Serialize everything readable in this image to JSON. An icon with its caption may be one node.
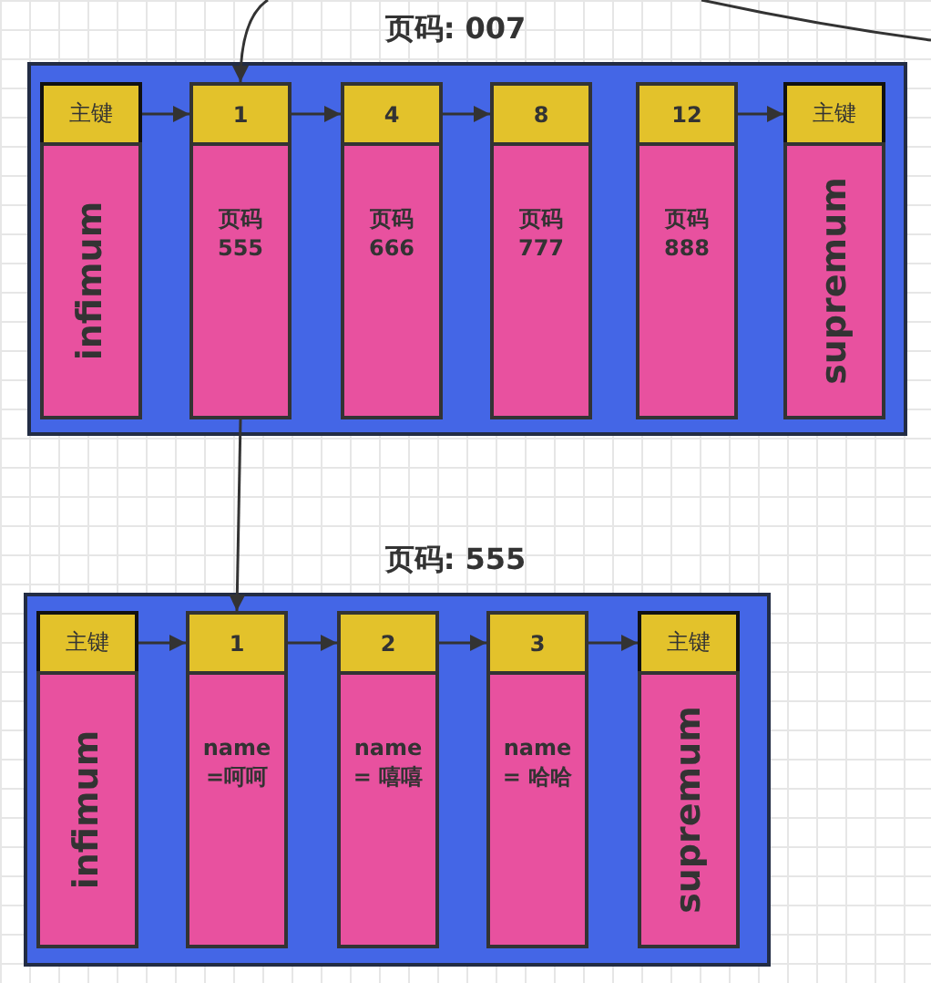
{
  "diagram": {
    "nodes": [
      {
        "text": [
          "页码: 007"
        ]
      },
      {
        "text": [
          "主键"
        ],
        "in": 0
      },
      {
        "text": [
          "infimum"
        ],
        "in": 0
      },
      {
        "text": [
          "1"
        ],
        "in": 0
      },
      {
        "text": [
          "页码 555"
        ],
        "in": 0
      },
      {
        "text": [
          "4"
        ],
        "in": 0
      },
      {
        "text": [
          "页码 666"
        ],
        "in": 0
      },
      {
        "text": [
          "8"
        ],
        "in": 0
      },
      {
        "text": [
          "页码 777"
        ],
        "in": 0
      },
      {
        "text": [
          "12"
        ],
        "in": 0
      },
      {
        "text": [
          "页码 888"
        ],
        "in": 0
      },
      {
        "text": [
          "主键"
        ],
        "in": 0
      },
      {
        "text": [
          "supremum"
        ],
        "in": 0
      },
      {
        "text": [
          "页码: 555"
        ]
      },
      {
        "text": [
          "主键"
        ],
        "in": 13
      },
      {
        "text": [
          "infimum"
        ],
        "in": 13
      },
      {
        "text": [
          "1"
        ],
        "in": 13
      },
      {
        "text": [
          "name=呵呵"
        ],
        "in": 13
      },
      {
        "text": [
          "2"
        ],
        "in": 13
      },
      {
        "text": [
          "name = 嘻嘻"
        ],
        "in": 13
      },
      {
        "text": [
          "3"
        ],
        "in": 13
      },
      {
        "text": [
          "name = 哈哈"
        ],
        "in": 13
      },
      {
        "text": [
          "主键"
        ],
        "in": 13
      },
      {
        "text": [
          "supremum"
        ],
        "in": 13
      }
    ],
    "edges": [
      {
        "from": null,
        "to": 3,
        "arrow": "to"
      },
      {
        "from": 1,
        "to": 3,
        "arrow": "to"
      },
      {
        "from": 3,
        "to": 5,
        "arrow": "to"
      },
      {
        "from": 5,
        "to": 7,
        "arrow": "to"
      },
      {
        "from": 9,
        "to": 11,
        "arrow": "to"
      },
      {
        "from": 4,
        "to": 16,
        "arrow": "to"
      },
      {
        "from": 14,
        "to": 16,
        "arrow": "to"
      },
      {
        "from": 16,
        "to": 18,
        "arrow": "to"
      },
      {
        "from": 18,
        "to": 20,
        "arrow": "to"
      },
      {
        "from": 20,
        "to": 22,
        "arrow": "to"
      }
    ]
  }
}
